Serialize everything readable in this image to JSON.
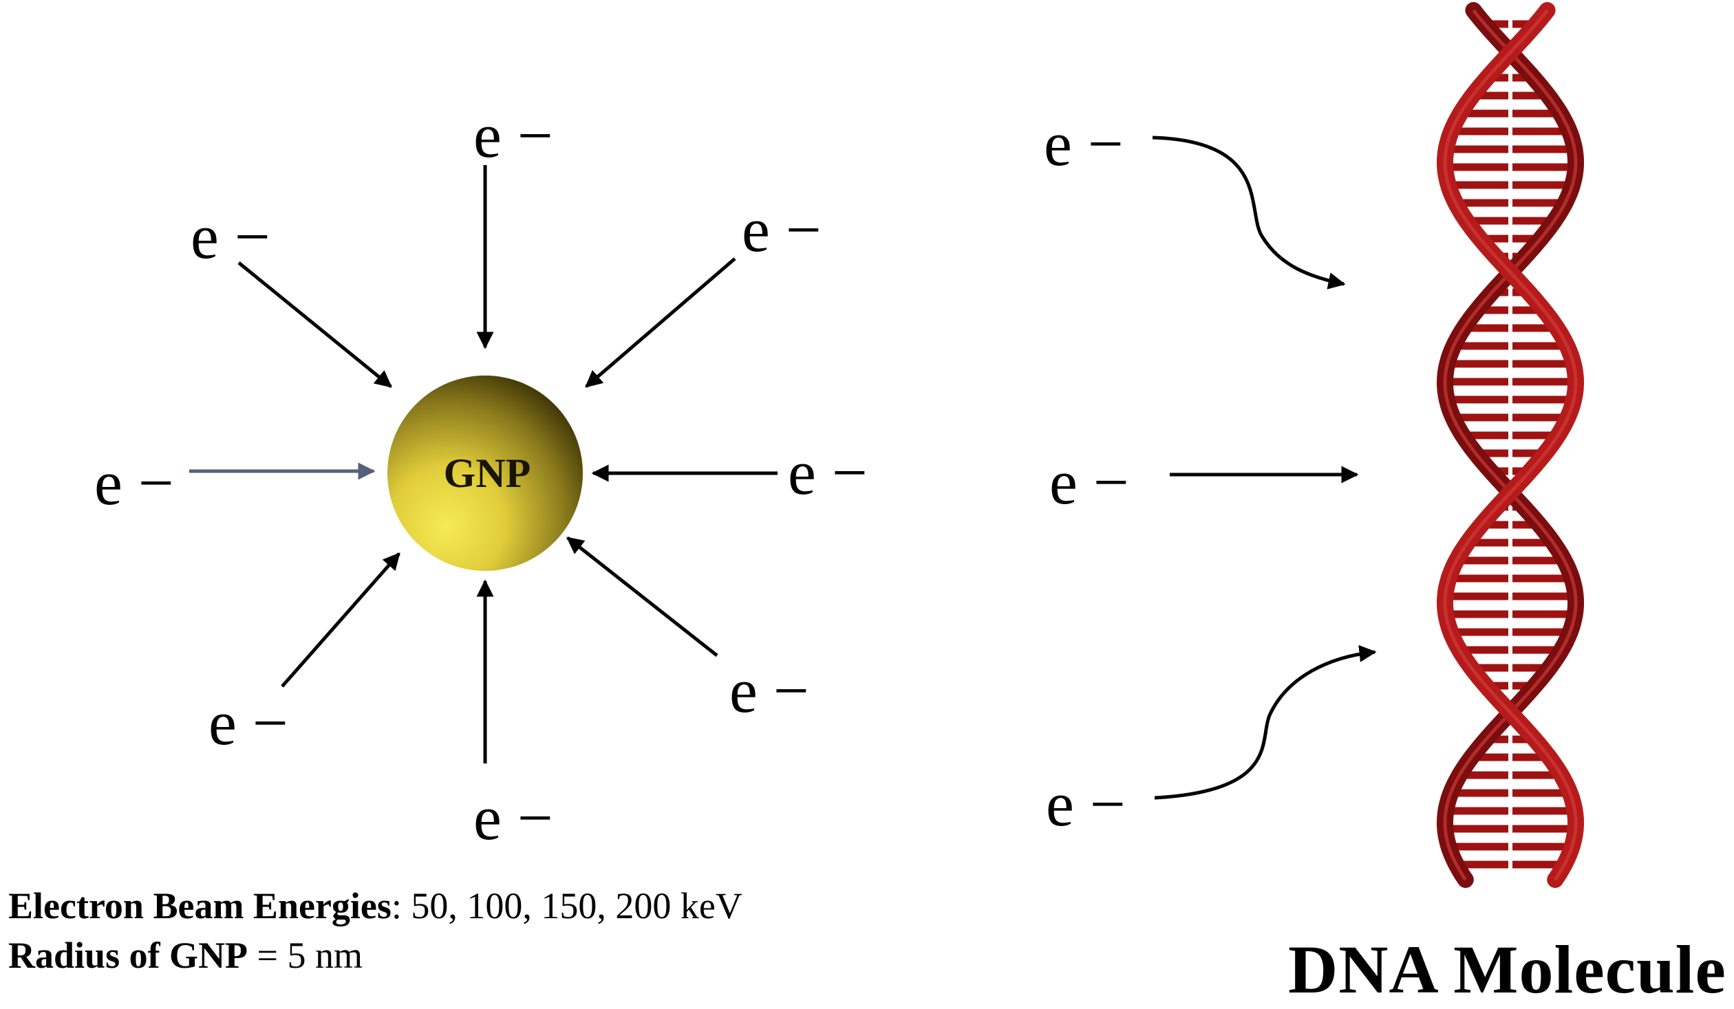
{
  "diagram": {
    "electron_label": "e −",
    "gnp_label": "GNP",
    "dna_label": "DNA Molecule",
    "info": {
      "energies_key": "Electron Beam Energies",
      "energies_value": ": 50, 100, 150, 200 keV",
      "radius_key": "Radius of GNP",
      "radius_value": " = 5 nm"
    },
    "colors": {
      "gnp_light": "#f4e84a",
      "gnp_dark": "#2a2200",
      "dna": "#9e1212",
      "arrow": "#000000",
      "arrow_left_gnp": "#556079"
    }
  }
}
